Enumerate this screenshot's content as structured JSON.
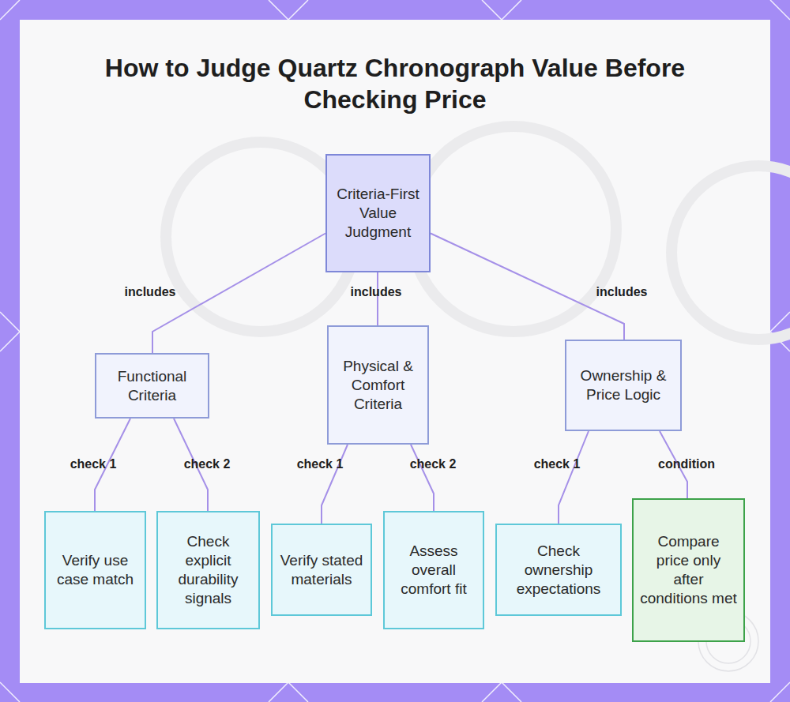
{
  "diagram": {
    "title": "How to Judge Quartz Chronograph Value Before Checking Price",
    "nodes": [
      {
        "text": [
          "Criteria-First Value Judgment"
        ]
      },
      {
        "text": [
          "Functional Criteria"
        ]
      },
      {
        "text": [
          "Physical & Comfort Criteria"
        ]
      },
      {
        "text": [
          "Ownership & Price Logic"
        ]
      },
      {
        "text": [
          "Verify use case match"
        ]
      },
      {
        "text": [
          "Check explicit durability signals"
        ]
      },
      {
        "text": [
          "Verify stated materials"
        ]
      },
      {
        "text": [
          "Assess overall comfort fit"
        ]
      },
      {
        "text": [
          "Check ownership expectations"
        ]
      },
      {
        "text": [
          "Compare price only after conditions met"
        ]
      }
    ],
    "edges": [
      {
        "from": 0,
        "to": 1,
        "label": "includes",
        "arrow": "none"
      },
      {
        "from": 0,
        "to": 2,
        "label": "includes",
        "arrow": "none"
      },
      {
        "from": 0,
        "to": 3,
        "label": "includes",
        "arrow": "none"
      },
      {
        "from": 1,
        "to": 4,
        "label": "check 1",
        "arrow": "none"
      },
      {
        "from": 1,
        "to": 5,
        "label": "check 2",
        "arrow": "none"
      },
      {
        "from": 2,
        "to": 6,
        "label": "check 1",
        "arrow": "none"
      },
      {
        "from": 2,
        "to": 7,
        "label": "check 2",
        "arrow": "none"
      },
      {
        "from": 3,
        "to": 8,
        "label": "check 1",
        "arrow": "none"
      },
      {
        "from": 3,
        "to": 9,
        "label": "condition",
        "arrow": "none"
      }
    ]
  }
}
